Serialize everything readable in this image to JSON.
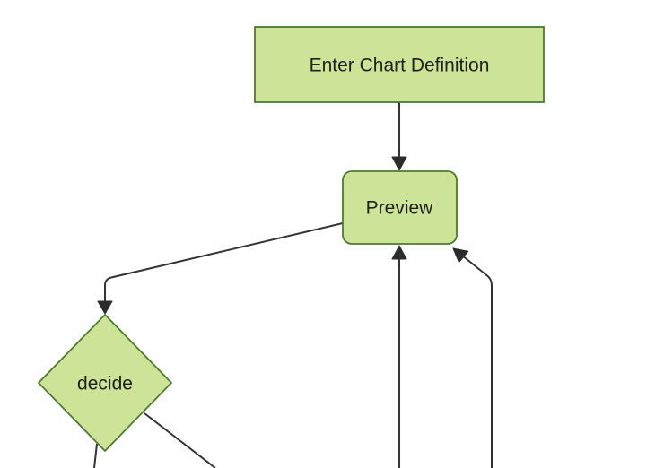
{
  "diagram": {
    "type": "flowchart",
    "direction": "top-down",
    "nodes": [
      {
        "id": "A",
        "label": "Enter Chart Definition",
        "shape": "rectangle"
      },
      {
        "id": "B",
        "label": "Preview",
        "shape": "rounded-rectangle"
      },
      {
        "id": "C",
        "label": "decide",
        "shape": "diamond"
      }
    ],
    "edges": [
      {
        "from": "Enter Chart Definition",
        "to": "Preview",
        "arrow": true
      },
      {
        "from": "Preview",
        "to": "decide",
        "arrow": true
      },
      {
        "from": "offscreen-bottom-center",
        "to": "Preview",
        "arrow": true
      },
      {
        "from": "offscreen-bottom-right",
        "to": "Preview",
        "arrow": true
      },
      {
        "from": "decide",
        "to": "offscreen-bottom-left",
        "arrow": false
      },
      {
        "from": "decide",
        "to": "offscreen-bottom-right",
        "arrow": false
      }
    ],
    "colors": {
      "node_fill": "#cde498",
      "node_stroke": "#4e7a30",
      "edge": "#333333",
      "arrow": "#2b2b2b",
      "text": "#1f1f1f",
      "background": "#ffffff"
    }
  }
}
